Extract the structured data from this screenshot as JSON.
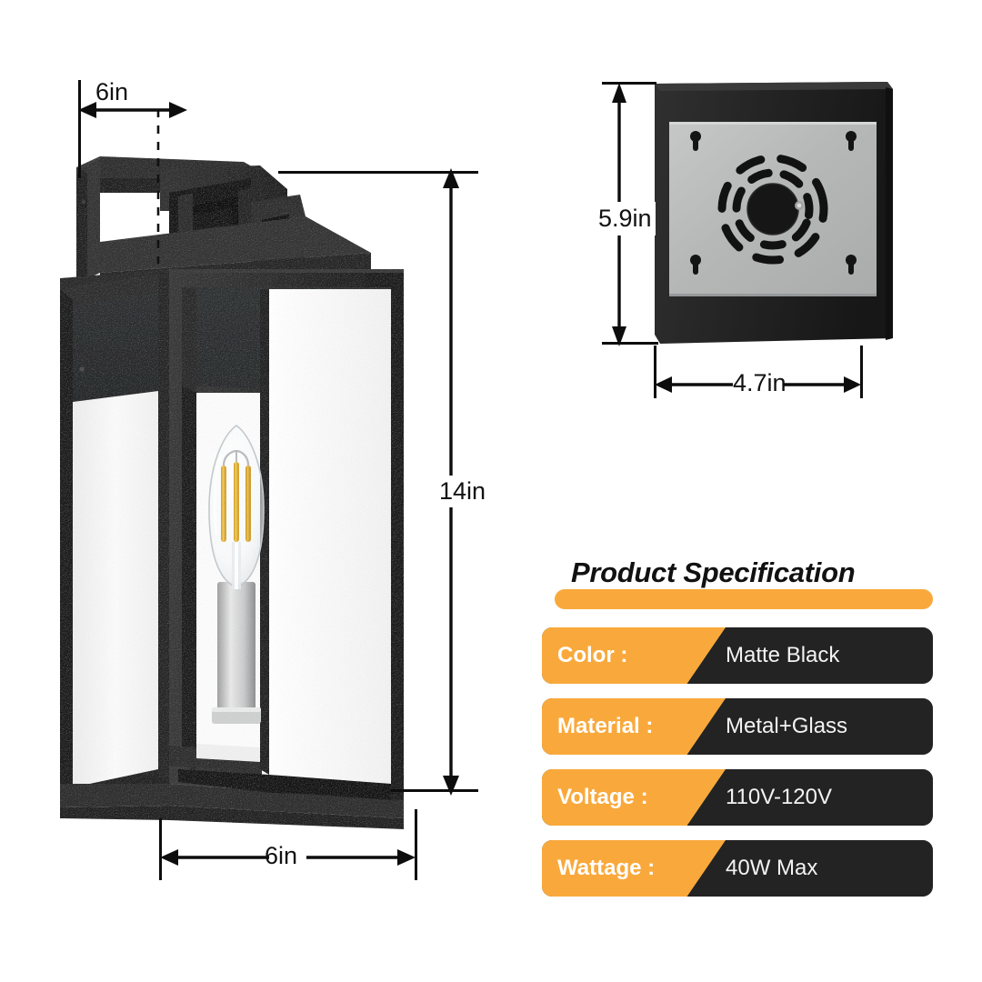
{
  "dimensions": {
    "lamp_depth_top": "6in",
    "lamp_height": "14in",
    "lamp_width_bottom": "6in",
    "plate_height": "5.9in",
    "plate_width": "4.7in"
  },
  "spec": {
    "title": "Product Specification",
    "rows": [
      {
        "key": "Color :",
        "value": "Matte Black"
      },
      {
        "key": "Material :",
        "value": "Metal+Glass"
      },
      {
        "key": "Voltage :",
        "value": "110V-120V"
      },
      {
        "key": "Wattage :",
        "value": "40W Max"
      }
    ]
  },
  "colors": {
    "accent_orange": "#F9A93C",
    "panel_dark": "#232323",
    "body_black": "#2A2A2A",
    "plate_silver": "#B9BBBA",
    "glass_white": "#F4F4F4",
    "filament_gold": "#D6A22B",
    "line_black": "#0D0D0D"
  }
}
